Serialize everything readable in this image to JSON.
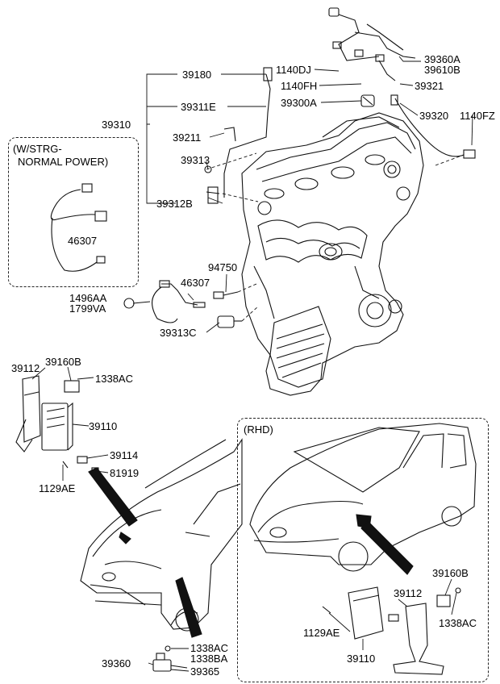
{
  "labels": {
    "p39360A": "39360A",
    "p39610B": "39610B",
    "p1140DJ": "1140DJ",
    "p1140FH": "1140FH",
    "p39321": "39321",
    "p39300A": "39300A",
    "p39320": "39320",
    "p1140FZ": "1140FZ",
    "p39180": "39180",
    "p39311E": "39311E",
    "p39310": "39310",
    "p39211": "39211",
    "p39313": "39313",
    "p39312B": "39312B",
    "p46307a": "46307",
    "p94750": "94750",
    "p46307b": "46307",
    "p1496AA": "1496AA",
    "p1799VA": "1799VA",
    "p39313C": "39313C",
    "p39112a": "39112",
    "p39160Ba": "39160B",
    "p1338ACa": "1338AC",
    "p39110a": "39110",
    "p39114": "39114",
    "p81919": "81919",
    "p1129AEa": "1129AE",
    "p39160Bb": "39160B",
    "p39112b": "39112",
    "p1338ACb": "1338AC",
    "p1129AEb": "1129AE",
    "p39110b": "39110",
    "p39360": "39360",
    "p1338ACc": "1338AC",
    "p1338BA": "1338BA",
    "p39365": "39365"
  },
  "boxes": {
    "strg_line1": "(W/STRG-",
    "strg_line2": "NORMAL POWER)",
    "rhd": "(RHD)"
  }
}
